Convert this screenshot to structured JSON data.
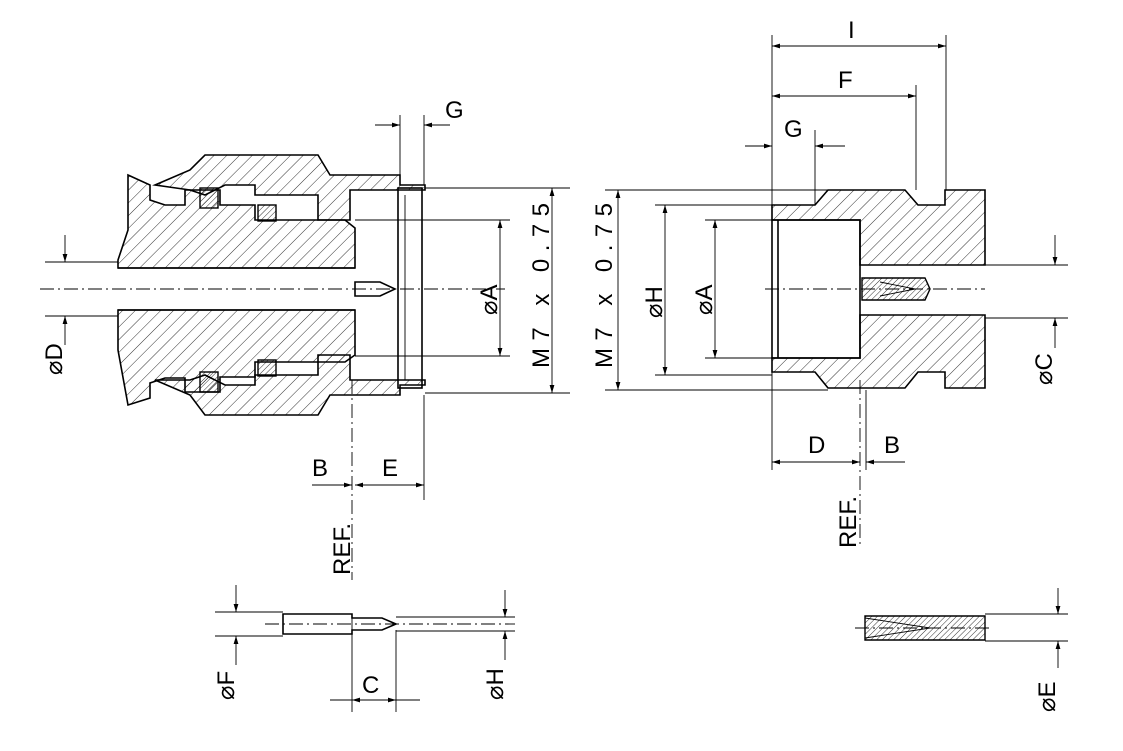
{
  "plug_drawing": {
    "dim_d_top": "⌀D",
    "dim_a": "⌀A",
    "dim_thread": "M7 x 0.75",
    "dim_g": "G",
    "dim_b": "B",
    "dim_e": "E",
    "ref": "REF."
  },
  "jack_drawing": {
    "dim_i": "I",
    "dim_f": "F",
    "dim_g": "G",
    "dim_thread": "M7 x 0.75",
    "dim_h": "⌀H",
    "dim_a": "⌀A",
    "dim_c": "⌀C",
    "dim_d": "D",
    "dim_b": "B",
    "ref": "REF."
  },
  "pin_contact": {
    "dim_f": "⌀F",
    "dim_h": "⌀H",
    "dim_c": "C"
  },
  "socket_contact": {
    "dim_e": "⌀E"
  }
}
